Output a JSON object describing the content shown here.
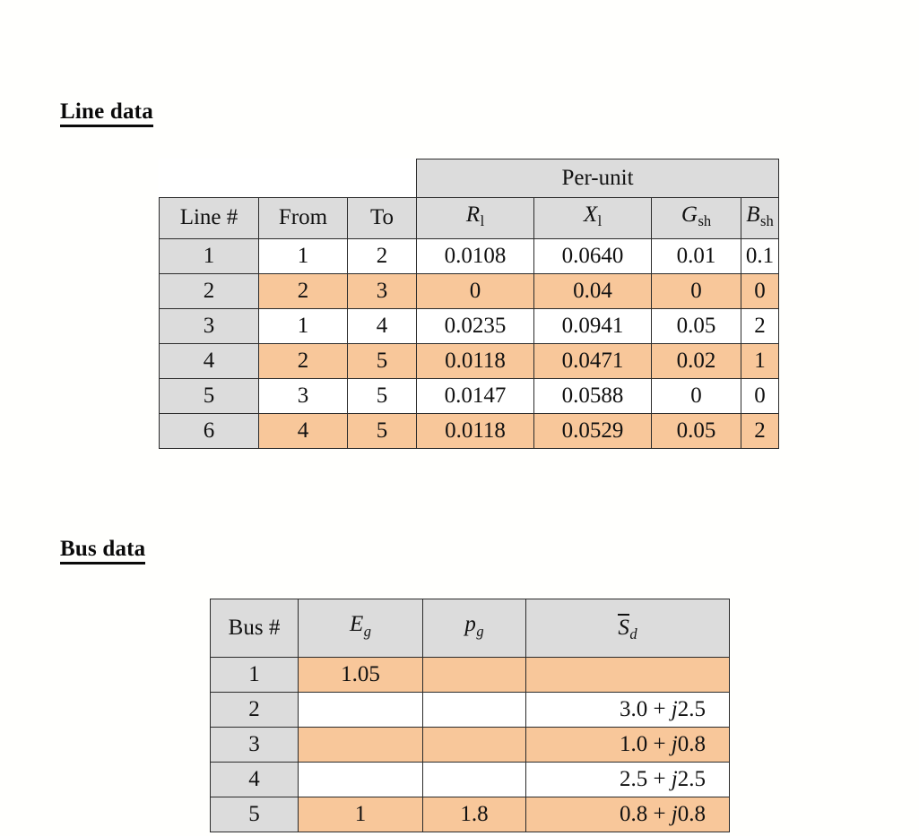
{
  "document": {
    "sections": [
      {
        "id": "line-data",
        "heading": "Line data"
      },
      {
        "id": "bus-data",
        "heading": "Bus data"
      }
    ]
  },
  "colors": {
    "page_background": "#fffffd",
    "header_gray": "#dcdcdc",
    "highlight_orange": "#f8c79a",
    "plain_white": "#ffffff",
    "border": "#2b2b2b",
    "text": "#111111"
  },
  "line_data": {
    "heading": "Line data",
    "group_header": {
      "label": "Per-unit",
      "spans_columns": 4
    },
    "columns": [
      {
        "key": "line",
        "label": "Line #",
        "math": false
      },
      {
        "key": "from",
        "label": "From",
        "math": false
      },
      {
        "key": "to",
        "label": "To",
        "math": false
      },
      {
        "key": "r",
        "label": "R",
        "subscript": "l",
        "math": true,
        "subscript_style": "roman"
      },
      {
        "key": "x",
        "label": "X",
        "subscript": "l",
        "math": true,
        "subscript_style": "roman"
      },
      {
        "key": "g",
        "label": "G",
        "subscript": "sh",
        "math": true,
        "subscript_style": "roman"
      },
      {
        "key": "b",
        "label": "B",
        "subscript": "sh",
        "math": true,
        "subscript_style": "roman"
      }
    ],
    "rows": [
      {
        "line": "1",
        "from": "1",
        "to": "2",
        "r": "0.0108",
        "x": "0.0640",
        "g": "0.01",
        "b": "0.1",
        "highlight": false
      },
      {
        "line": "2",
        "from": "2",
        "to": "3",
        "r": "0",
        "x": "0.04",
        "g": "0",
        "b": "0",
        "highlight": true
      },
      {
        "line": "3",
        "from": "1",
        "to": "4",
        "r": "0.0235",
        "x": "0.0941",
        "g": "0.05",
        "b": "2",
        "highlight": false
      },
      {
        "line": "4",
        "from": "2",
        "to": "5",
        "r": "0.0118",
        "x": "0.0471",
        "g": "0.02",
        "b": "1",
        "highlight": true
      },
      {
        "line": "5",
        "from": "3",
        "to": "5",
        "r": "0.0147",
        "x": "0.0588",
        "g": "0",
        "b": "0",
        "highlight": false
      },
      {
        "line": "6",
        "from": "4",
        "to": "5",
        "r": "0.0118",
        "x": "0.0529",
        "g": "0.05",
        "b": "2",
        "highlight": true
      }
    ]
  },
  "bus_data": {
    "heading": "Bus data",
    "columns": [
      {
        "key": "bus",
        "label": "Bus #",
        "math": false
      },
      {
        "key": "eg",
        "label": "E",
        "subscript": "g",
        "math": true,
        "subscript_style": "italic"
      },
      {
        "key": "pg",
        "label": "p",
        "subscript": "g",
        "math": true,
        "subscript_style": "italic"
      },
      {
        "key": "sd",
        "label": "S",
        "subscript": "d",
        "math": true,
        "subscript_style": "italic",
        "overbar": true
      }
    ],
    "rows": [
      {
        "bus": "1",
        "eg": "1.05",
        "pg": "",
        "sd": "",
        "highlight": true
      },
      {
        "bus": "2",
        "eg": "",
        "pg": "",
        "sd": "3.0 + j2.5",
        "highlight": false
      },
      {
        "bus": "3",
        "eg": "",
        "pg": "",
        "sd": "1.0 + j0.8",
        "highlight": true
      },
      {
        "bus": "4",
        "eg": "",
        "pg": "",
        "sd": "2.5 + j2.5",
        "highlight": false
      },
      {
        "bus": "5",
        "eg": "1",
        "pg": "1.8",
        "sd": "0.8 + j0.8",
        "highlight": true
      }
    ]
  }
}
